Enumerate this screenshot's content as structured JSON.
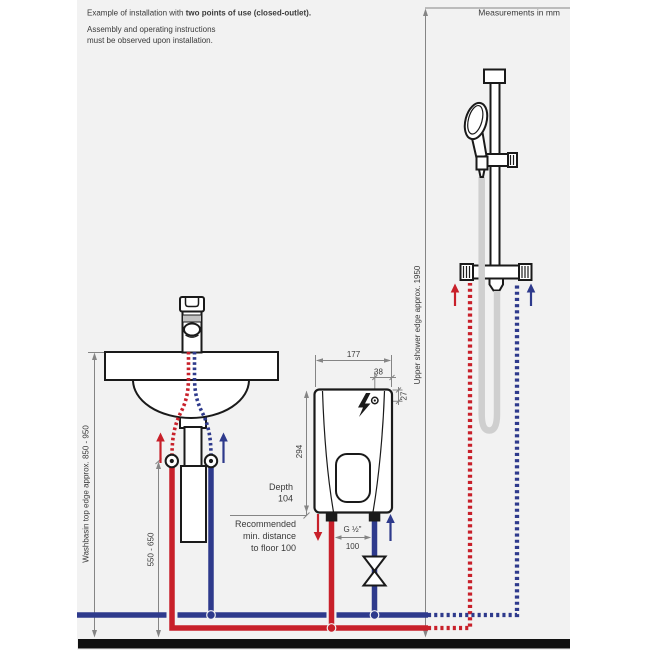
{
  "header": {
    "example_prefix": "Example of installation with ",
    "example_bold": "two points of use (closed-outlet).",
    "note1": "Assembly and operating instructions",
    "note2": "must be observed upon installation.",
    "units": "Measurements in mm"
  },
  "labels": {
    "shower_edge": "Upper shower edge approx. 1950",
    "washbasin_edge": "Washbasin top edge approx. 850 - 950",
    "valve_height": "550 - 650",
    "heater_width": "177",
    "heater_height": "294",
    "elec_offset_x": "38",
    "elec_offset_y": "27",
    "depth_word": "Depth",
    "depth_value": "104",
    "thread": "G ½\"",
    "connection_spacing": "100",
    "floor_note1": "Recommended",
    "floor_note2": "min. distance",
    "floor_note3": "to floor 100"
  },
  "colors": {
    "hot_water": "#c8202a",
    "cold_water": "#2e3a8c",
    "outline": "#1a1a1a",
    "panel_background": "#f2f2f2",
    "dimension_lines": "#858585",
    "shower_hose": "#cfcfcf",
    "floor": "#111111",
    "text": "#3a3a3a"
  }
}
